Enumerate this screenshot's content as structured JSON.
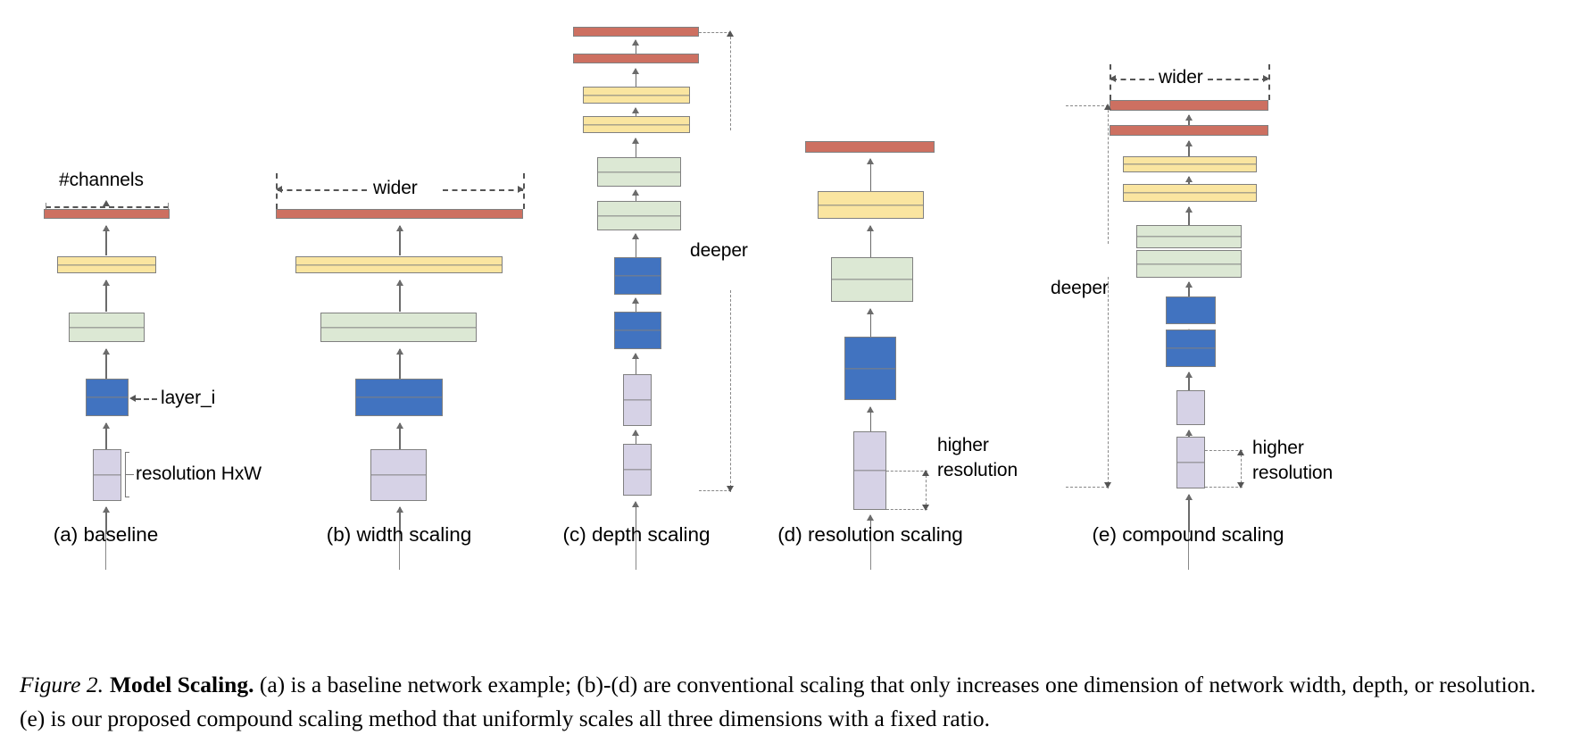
{
  "figure": {
    "number": "Figure 2.",
    "title": "Model Scaling.",
    "caption_rest": " (a) is a baseline network example; (b)-(d) are conventional scaling that only increases one dimension of network width, depth, or resolution. (e) is our proposed compound scaling method that uniformly scales all three dimensions with a fixed ratio."
  },
  "colors": {
    "resolution_block": "#D6D2E6",
    "layer_block": "#4173C0",
    "green_block": "#DCE8D4",
    "yellow_block": "#FAE5A0",
    "red_block": "#CD7061",
    "stroke": "#808080",
    "arrow": "#6B6B6B",
    "annotation": "#555555"
  },
  "panels": [
    {
      "id": "a",
      "label": "(a) baseline",
      "annotations": [
        {
          "name": "channels",
          "text": "#channels"
        },
        {
          "name": "layer-i",
          "text": "layer_i"
        },
        {
          "name": "resolution",
          "text": "resolution HxW"
        }
      ],
      "blocks": [
        {
          "name": "block-resolution",
          "color": "resolution_block"
        },
        {
          "name": "block-layer-i",
          "color": "layer_block"
        },
        {
          "name": "block-green",
          "color": "green_block"
        },
        {
          "name": "block-yellow",
          "color": "yellow_block"
        },
        {
          "name": "block-red",
          "color": "red_block"
        }
      ]
    },
    {
      "id": "b",
      "label": "(b) width scaling",
      "annotations": [
        {
          "name": "wider",
          "text": "wider"
        }
      ],
      "blocks": [
        {
          "name": "block-resolution",
          "color": "resolution_block"
        },
        {
          "name": "block-layer-i",
          "color": "layer_block"
        },
        {
          "name": "block-green",
          "color": "green_block"
        },
        {
          "name": "block-yellow",
          "color": "yellow_block"
        },
        {
          "name": "block-red",
          "color": "red_block"
        }
      ]
    },
    {
      "id": "c",
      "label": "(c) depth scaling",
      "annotations": [
        {
          "name": "deeper",
          "text": "deeper"
        }
      ],
      "blocks": [
        {
          "name": "block-resolution",
          "color": "resolution_block"
        },
        {
          "name": "block-resolution",
          "color": "resolution_block"
        },
        {
          "name": "block-layer-i",
          "color": "layer_block"
        },
        {
          "name": "block-layer-i",
          "color": "layer_block"
        },
        {
          "name": "block-green",
          "color": "green_block"
        },
        {
          "name": "block-green",
          "color": "green_block"
        },
        {
          "name": "block-yellow",
          "color": "yellow_block"
        },
        {
          "name": "block-yellow",
          "color": "yellow_block"
        },
        {
          "name": "block-red",
          "color": "red_block"
        },
        {
          "name": "block-red",
          "color": "red_block"
        }
      ]
    },
    {
      "id": "d",
      "label": "(d) resolution scaling",
      "annotations": [
        {
          "name": "higher-resolution",
          "text": "higher\nresolution",
          "line1": "higher",
          "line2": "resolution"
        }
      ],
      "blocks": [
        {
          "name": "block-resolution",
          "color": "resolution_block"
        },
        {
          "name": "block-layer-i",
          "color": "layer_block"
        },
        {
          "name": "block-green",
          "color": "green_block"
        },
        {
          "name": "block-yellow",
          "color": "yellow_block"
        },
        {
          "name": "block-red",
          "color": "red_block"
        }
      ]
    },
    {
      "id": "e",
      "label": "(e) compound scaling",
      "annotations": [
        {
          "name": "wider",
          "text": "wider"
        },
        {
          "name": "deeper",
          "text": "deeper"
        },
        {
          "name": "higher-resolution",
          "text": "higher\nresolution",
          "line1": "higher",
          "line2": "resolution"
        }
      ],
      "blocks": [
        {
          "name": "block-resolution",
          "color": "resolution_block"
        },
        {
          "name": "block-resolution",
          "color": "resolution_block"
        },
        {
          "name": "block-layer-i",
          "color": "layer_block"
        },
        {
          "name": "block-layer-i",
          "color": "layer_block"
        },
        {
          "name": "block-green",
          "color": "green_block"
        },
        {
          "name": "block-green",
          "color": "green_block"
        },
        {
          "name": "block-yellow",
          "color": "yellow_block"
        },
        {
          "name": "block-yellow",
          "color": "yellow_block"
        },
        {
          "name": "block-red",
          "color": "red_block"
        },
        {
          "name": "block-red",
          "color": "red_block"
        }
      ]
    }
  ]
}
